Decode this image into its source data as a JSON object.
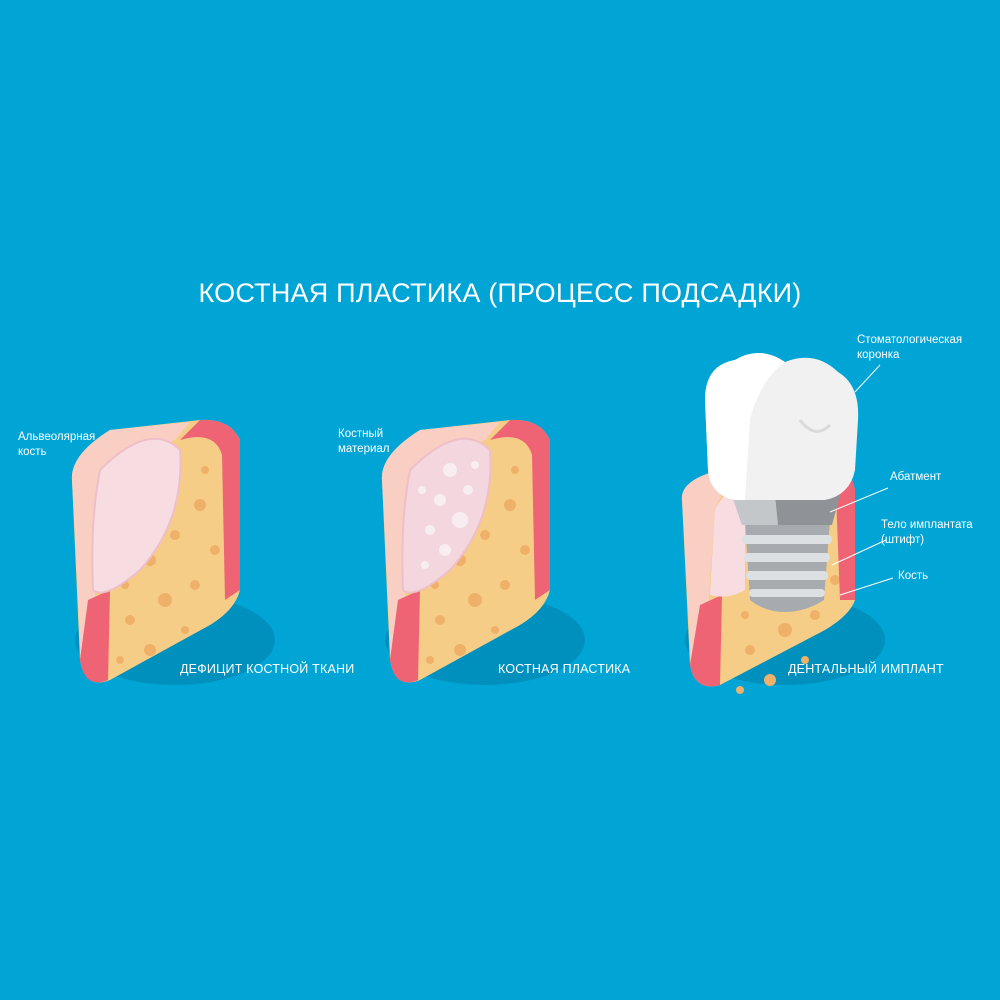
{
  "title": "КОСТНАЯ ПЛАСТИКА (ПРОЦЕСС ПОДСАДКИ)",
  "colors": {
    "background": "#00A5D6",
    "bone": "#F6CD86",
    "bone_pores": "#EFB06A",
    "gum_red": "#EE6475",
    "gum_light": "#F9CFC3",
    "socket_pink": "#F7DDE2",
    "crown_white": "#F1F1F1",
    "implant_gray": "#A7ABAF"
  },
  "panels": [
    {
      "caption": "ДЕФИЦИТ КОСТНОЙ ТКАНИ",
      "labels": [
        {
          "line1": "Альвеолярная",
          "line2": "кость"
        }
      ]
    },
    {
      "caption": "КОСТНАЯ ПЛАСТИКА",
      "labels": [
        {
          "line1": "Костный",
          "line2": "материал"
        }
      ]
    },
    {
      "caption": "ДЕНТАЛЬНЫЙ ИМПЛАНТ",
      "labels": [
        {
          "line1": "Стоматологическая",
          "line2": "коронка"
        },
        {
          "line1": "Абатмент",
          "line2": ""
        },
        {
          "line1": "Тело имплантата",
          "line2": "(штифт)"
        },
        {
          "line1": "Кость",
          "line2": ""
        }
      ]
    }
  ]
}
